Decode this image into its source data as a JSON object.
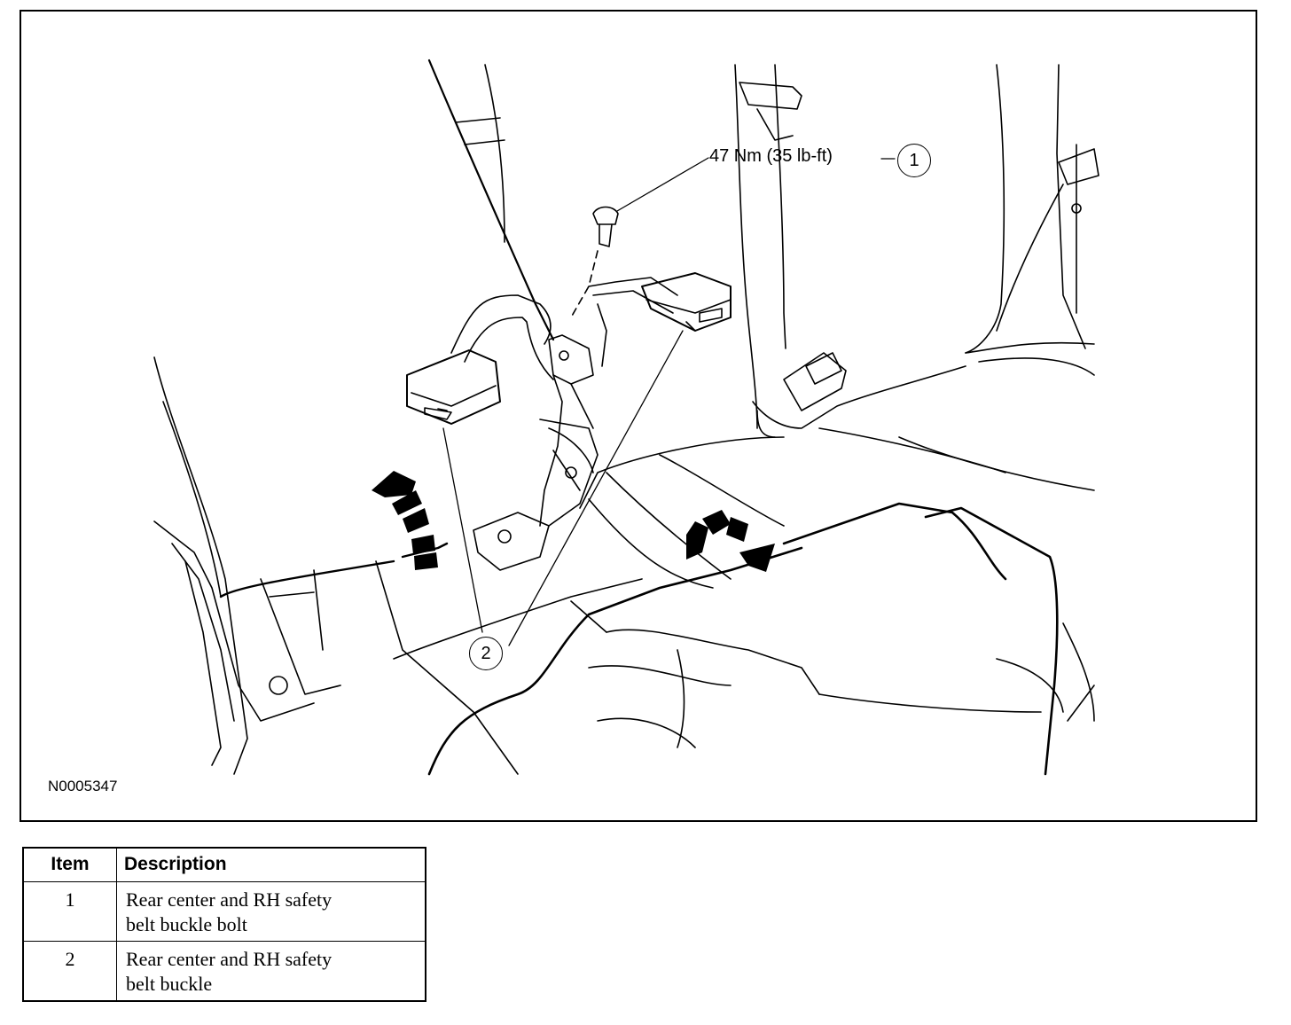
{
  "figure": {
    "id": "N0005347",
    "callouts": [
      {
        "number": "1",
        "torque": "47 Nm (35 lb-ft)"
      },
      {
        "number": "2"
      }
    ]
  },
  "legend": {
    "headers": {
      "item": "Item",
      "description": "Description"
    },
    "rows": [
      {
        "item": "1",
        "description_line1": "Rear center and RH safety",
        "description_line2": "belt buckle bolt"
      },
      {
        "item": "2",
        "description_line1": "Rear center and RH safety",
        "description_line2": "belt buckle"
      }
    ]
  }
}
